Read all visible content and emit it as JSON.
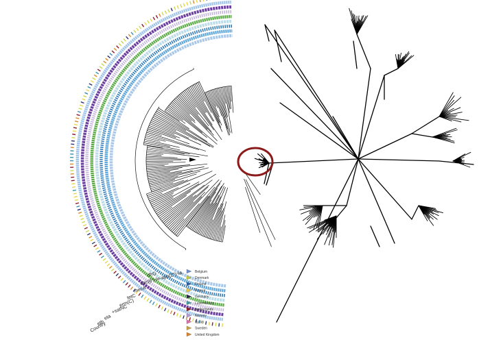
{
  "left_panel": {
    "ring_labels": [
      "dfrG",
      "aac(6')-Ie-aph(2'')-Ia",
      "mecA",
      "tetC",
      "erm(C)",
      "+satNC",
      "eta",
      "etb",
      "Country"
    ],
    "rings": [
      {
        "color": "#9fc4ea"
      },
      {
        "color": "#6a3fa0"
      },
      {
        "color": "#c2b2dc"
      },
      {
        "color": "#5aaa46"
      },
      {
        "color": "#bcdbe8"
      },
      {
        "color": "#2e79b8"
      },
      {
        "color": "#5fa6d9"
      },
      {
        "color": "#a9c7e8"
      }
    ],
    "country_ring_colors": [
      "#c9d94a",
      "#8b1a2a",
      "#e8d54a",
      "#2b2f6e",
      "#d88a2a",
      "#3a8fb0"
    ]
  },
  "legend": {
    "title": "",
    "items": [
      {
        "label": "Belgium",
        "color": "#6f8fd0"
      },
      {
        "label": "Denmark",
        "color": "#c2cc3c"
      },
      {
        "label": "Finland",
        "color": "#2b5ea8"
      },
      {
        "label": "France",
        "color": "#e6c84a"
      },
      {
        "label": "Germany",
        "color": "#2b2548"
      },
      {
        "label": "Luxembourg",
        "color": "#3e9a9e"
      },
      {
        "label": "Netherlands",
        "color": "#8b1a2a"
      },
      {
        "label": "Norway",
        "color": "#b79ad2"
      },
      {
        "label": "Spain",
        "color": "#d670a8"
      },
      {
        "label": "Sweden",
        "color": "#c8a23a"
      },
      {
        "label": "United Kingdom",
        "color": "#d9822b"
      }
    ]
  },
  "right_panel": {
    "highlight_color": "#8b1a1a"
  }
}
